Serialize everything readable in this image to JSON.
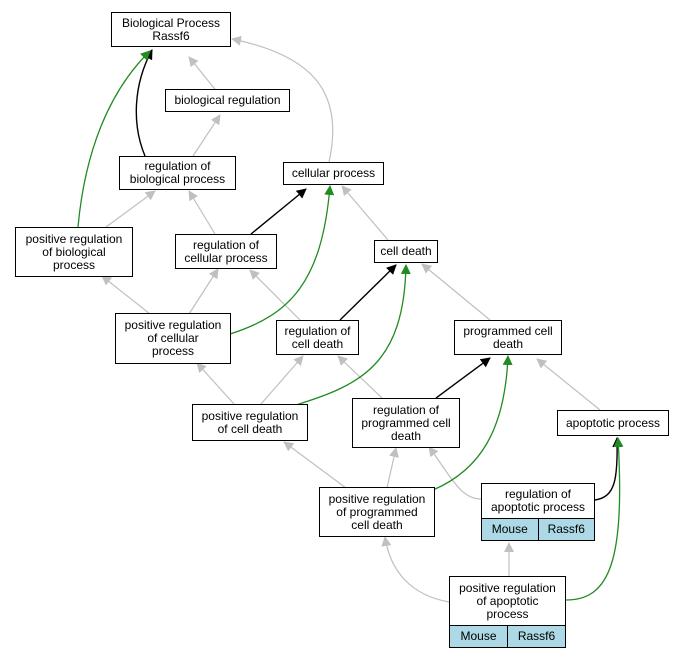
{
  "nodes": {
    "bp": "Biological Process\nRassf6",
    "bio_reg": "biological regulation",
    "cell_proc": "cellular process",
    "reg_bio": "regulation of\nbiological process",
    "pos_reg_bio": "positive regulation\nof biological\nprocess",
    "reg_cell_proc": "regulation of\ncellular process",
    "cell_death": "cell death",
    "pos_reg_cell_proc": "positive regulation\nof cellular\nprocess",
    "reg_cell_death": "regulation of\ncell death",
    "prog_cell_death": "programmed cell\ndeath",
    "pos_reg_cell_death": "positive regulation\nof cell death",
    "reg_prog_cell_death": "regulation of\nprogrammed cell\ndeath",
    "apoptotic": "apoptotic process",
    "pos_reg_prog": "positive regulation\nof programmed\ncell death",
    "reg_apop": "regulation of\napoptotic process",
    "pos_reg_apop": "positive regulation\nof apoptotic\nprocess"
  },
  "tags": {
    "reg_apop": [
      "Mouse",
      "Rassf6"
    ],
    "pos_reg_apop": [
      "Mouse",
      "Rassf6"
    ]
  },
  "edge_colors": {
    "is_a": "#c0c0c0",
    "regulates": "#000000",
    "positively_regulates": "#228b22"
  }
}
